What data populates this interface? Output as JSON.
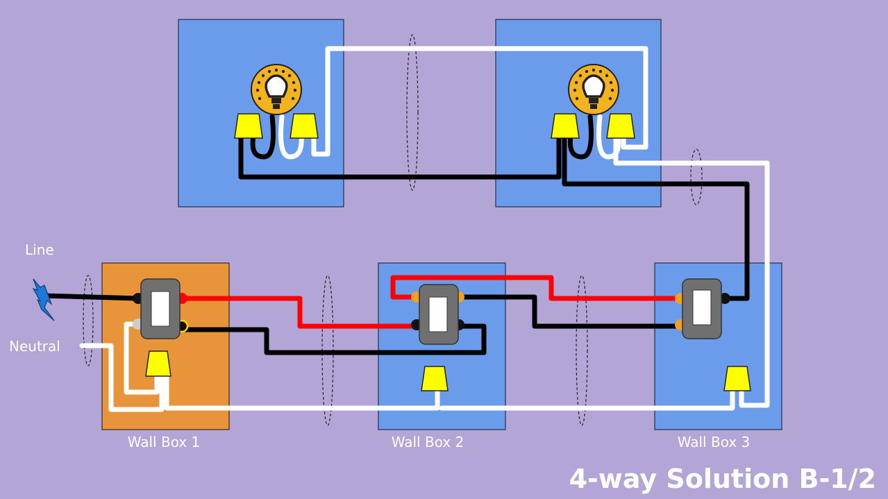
{
  "title": "4-way Solution B-1/2",
  "labels": {
    "line": "Line",
    "neutral": "Neutral",
    "wall_box_1": "Wall Box 1",
    "wall_box_2": "Wall Box 2",
    "wall_box_3": "Wall Box 3"
  },
  "colors": {
    "background": "#B3A6D6",
    "light_box": "#6B9CEB",
    "switch_box_1": "#E8943A",
    "switch_box_other": "#6B9CEB",
    "hot_wire": "#000000",
    "neutral_wire": "#FFFFFF",
    "traveler_wire": "#FF0000",
    "wire_nut": "#FFFF00",
    "bulb": "#F4B21E"
  }
}
